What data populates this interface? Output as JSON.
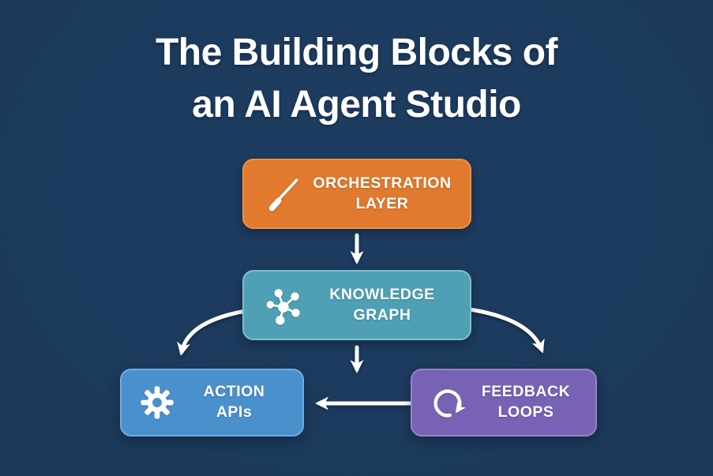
{
  "title": {
    "line1": "The Building Blocks of",
    "line2": "an AI Agent Studio"
  },
  "nodes": [
    {
      "id": "orchestration-layer",
      "label_line1": "ORCHESTRATION",
      "label_line2": "LAYER",
      "icon": "baton-icon",
      "fill": "#E1792E",
      "border": "#ED9347"
    },
    {
      "id": "knowledge-graph",
      "label_line1": "KNOWLEDGE",
      "label_line2": "GRAPH",
      "icon": "network-graph-icon",
      "fill": "#4FA0B4",
      "border": "#7CC0CD"
    },
    {
      "id": "action-apis",
      "label_line1": "ACTION",
      "label_line2": "APIs",
      "icon": "gear-icon",
      "fill": "#4A90CC",
      "border": "#6FACE0"
    },
    {
      "id": "feedback-loops",
      "label_line1": "FEEDBACK",
      "label_line2": "LOOPS",
      "icon": "loop-arrow-icon",
      "fill": "#7862B6",
      "border": "#9782CB"
    }
  ],
  "connections": [
    {
      "from": "orchestration-layer",
      "to": "knowledge-graph",
      "style": "straight-down"
    },
    {
      "from": "knowledge-graph",
      "to": "action-apis",
      "style": "curved-left"
    },
    {
      "from": "knowledge-graph",
      "to": "between-action-apis-and-feedback-loops",
      "style": "straight-down"
    },
    {
      "from": "knowledge-graph",
      "to": "feedback-loops",
      "style": "curved-right"
    },
    {
      "from": "feedback-loops",
      "to": "action-apis",
      "style": "straight-left"
    }
  ],
  "colors": {
    "background": "#1C3A5E",
    "arrow": "#FFFFFF",
    "text": "#FFFFFF",
    "orchestration_fill": "#E1792E",
    "knowledge_fill": "#4FA0B4",
    "action_fill": "#4A90CC",
    "feedback_fill": "#7862B6"
  }
}
